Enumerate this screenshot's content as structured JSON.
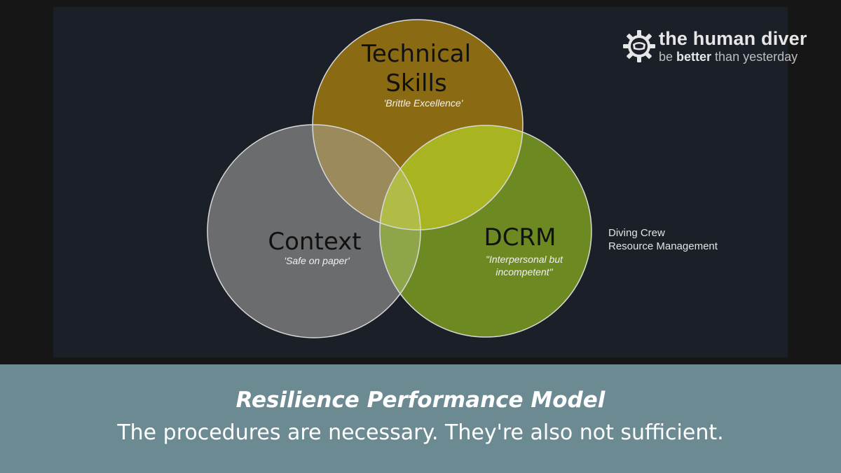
{
  "logo": {
    "title": "the human diver",
    "tagline_pre": "be ",
    "tagline_bold": "better",
    "tagline_post": " than yesterday"
  },
  "venn": {
    "technical": {
      "title_line1": "Technical",
      "title_line2": "Skills",
      "subtitle": "'Brittle Excellence'",
      "color": "#8a6a12"
    },
    "context": {
      "title": "Context",
      "subtitle": "'Safe on paper'",
      "color": "#6b6c6e"
    },
    "dcrm": {
      "title": "DCRM",
      "subtitle_line1": "\"Interpersonal but",
      "subtitle_line2": "incompetent\"",
      "color": "#6d8a22"
    }
  },
  "side_note": {
    "line1": "Diving Crew",
    "line2": "Resource Management"
  },
  "caption": {
    "title": "Resilience Performance Model",
    "subtitle": "The procedures are necessary. They're also not sufficient."
  },
  "colors": {
    "background": "#161616",
    "slide": "#1b1f27",
    "caption_band": "#6b8a92",
    "tech_context_overlap": "#9a8a5c",
    "tech_dcrm_overlap": "#a8b420",
    "context_dcrm_overlap": "#8ea54a",
    "center_overlap": "#b0bc46"
  }
}
